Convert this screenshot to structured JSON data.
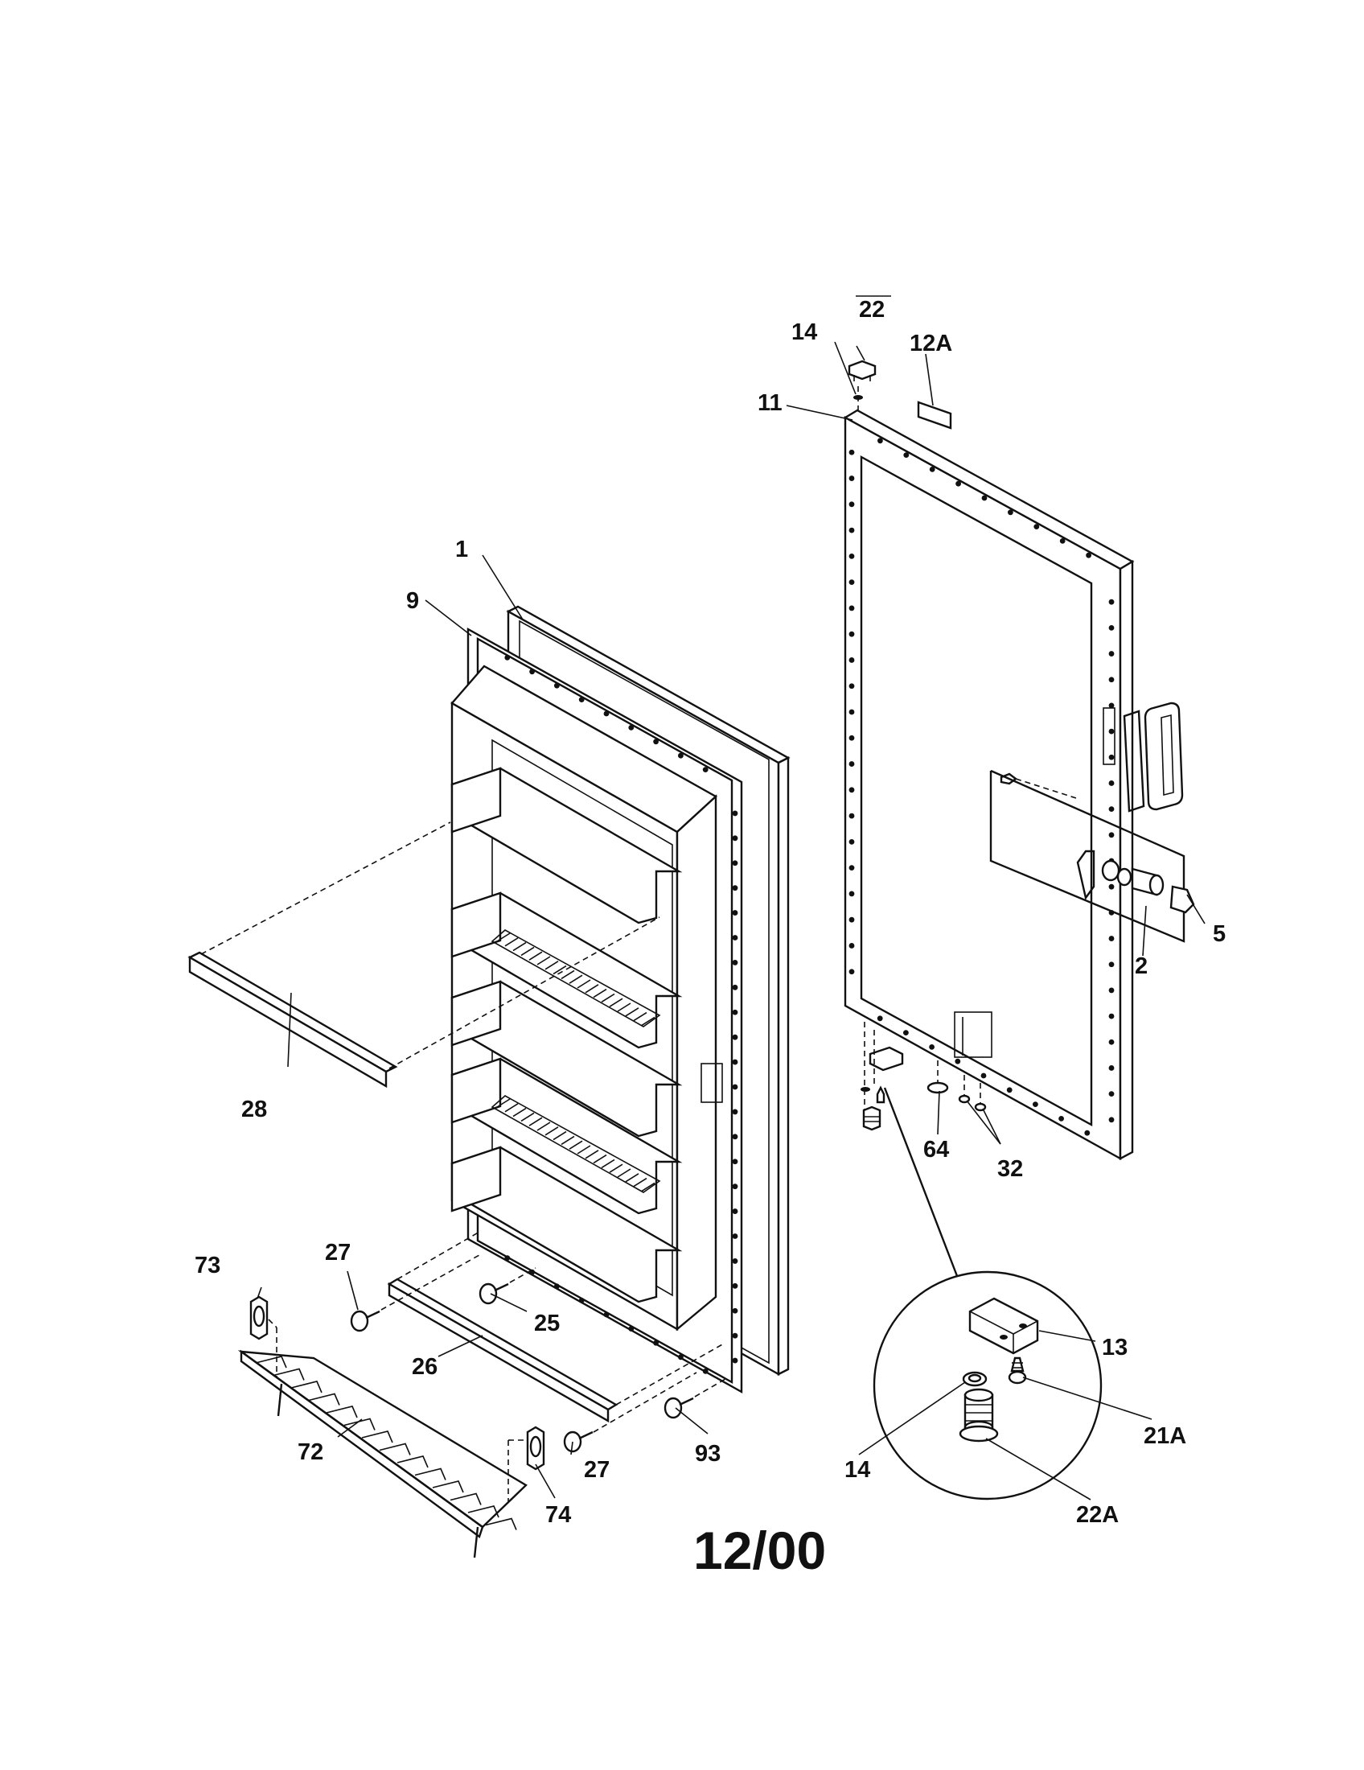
{
  "labels": {
    "p1": "1",
    "p2": "2",
    "p5": "5",
    "p9": "9",
    "p11": "11",
    "p12a": "12A",
    "p13": "13",
    "p14_top": "14",
    "p14_detail": "14",
    "p21a": "21A",
    "p22": "22",
    "p22a": "22A",
    "p25": "25",
    "p26": "26",
    "p27_upper": "27",
    "p27_lower": "27",
    "p28": "28",
    "p32": "32",
    "p64": "64",
    "p72": "72",
    "p73": "73",
    "p74": "74",
    "p93": "93"
  },
  "date_code": "12/00"
}
